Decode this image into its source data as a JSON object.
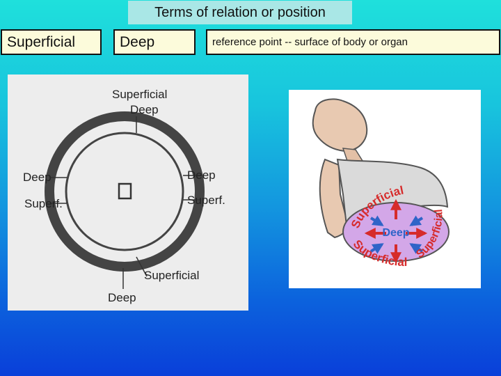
{
  "slide": {
    "title": "Terms of relation or position",
    "table": {
      "col1": "Superficial",
      "col2": "Deep",
      "col3": "reference point -- surface of body or organ"
    }
  },
  "left_diagram": {
    "top_superficial": "Superficial",
    "top_deep": "Deep",
    "left_deep": "Deep",
    "left_superf": "Superf.",
    "right_deep": "Deep",
    "right_superf": "Superf.",
    "bottom_superficial": "Superficial",
    "bottom_deep": "Deep"
  },
  "right_diagram": {
    "top_label": "Superficial",
    "right_label": "Superficial",
    "bottom_label": "Superficial",
    "center_label": "Deep",
    "colors": {
      "arc_text": "#d62b2b",
      "arrows_outward": "#d62b2b",
      "arrows_inward": "#2f64c8",
      "center_text": "#2f64c8"
    }
  }
}
